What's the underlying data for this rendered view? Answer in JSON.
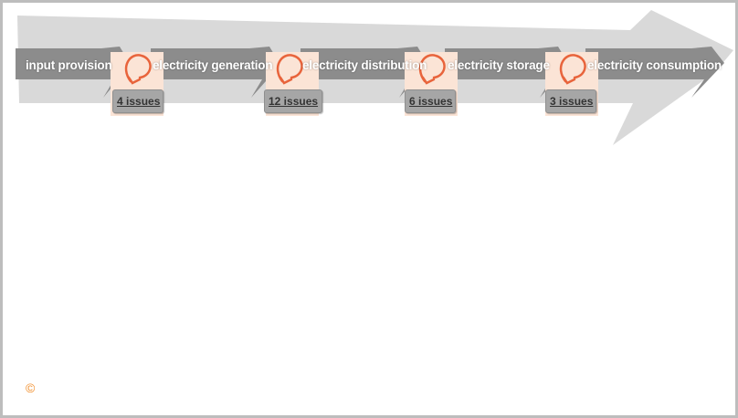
{
  "stages": [
    {
      "label": "input provision"
    },
    {
      "label": "electricity generation"
    },
    {
      "label": "electricity distribution"
    },
    {
      "label": "electricity storage"
    },
    {
      "label": "electricity consumption"
    }
  ],
  "transitions": [
    {
      "issues_label": "4 issues",
      "issues_count": 4
    },
    {
      "issues_label": "12 issues",
      "issues_count": 12
    },
    {
      "issues_label": "6 issues",
      "issues_count": 6
    },
    {
      "issues_label": "3 issues",
      "issues_count": 3
    }
  ],
  "footer": {
    "copyright_symbol": "©"
  },
  "colors": {
    "background_arrow": "#d9d9d9",
    "stage_arrow": "#8c8c8c",
    "loop_icon": "#e8643c",
    "issue_zone": "#fbe4d6",
    "badge": "#a6a6a6",
    "copyright": "#f08a24",
    "frame_border": "#bdbdbd"
  }
}
